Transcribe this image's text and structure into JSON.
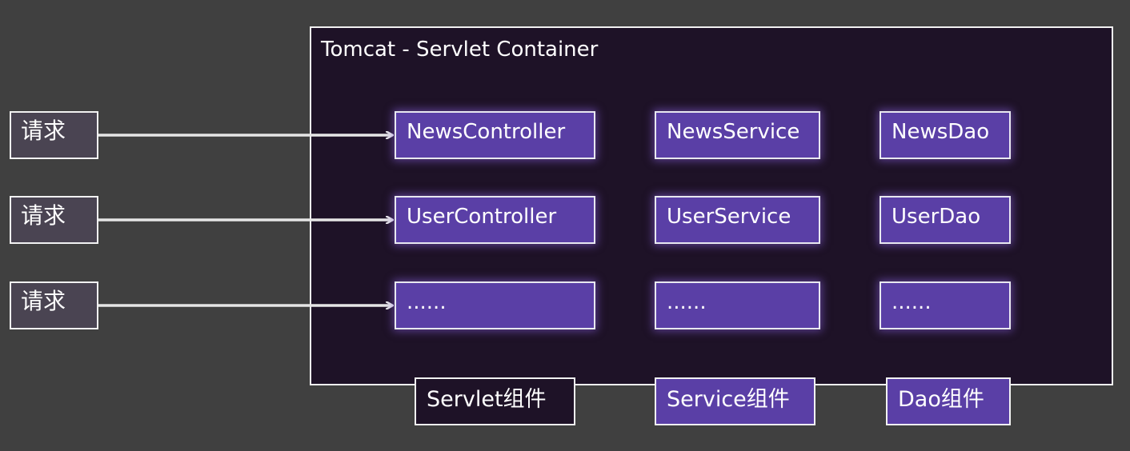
{
  "container": {
    "title": "Tomcat - Servlet Container"
  },
  "requests": [
    "请求",
    "请求",
    "请求"
  ],
  "servlets": [
    "NewsController",
    "UserController",
    "......"
  ],
  "services": [
    "NewsService",
    "UserService",
    "......"
  ],
  "daos": [
    "NewsDao",
    "UserDao",
    "......"
  ],
  "labels": {
    "servlet": "Servlet组件",
    "service": "Service组件",
    "dao": "Dao组件"
  },
  "colors": {
    "background": "#404040",
    "container": "#1e1227",
    "component": "#5a3fa6",
    "request": "#4a4452",
    "border": "#f2f2f2"
  }
}
